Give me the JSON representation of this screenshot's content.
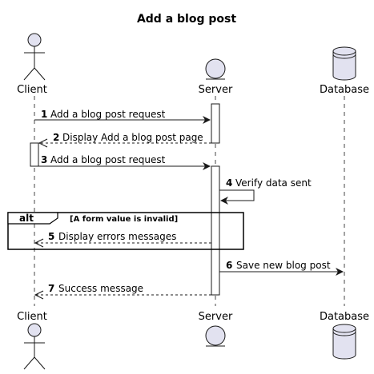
{
  "title": "Add a blog post",
  "participants": {
    "client": {
      "label": "Client",
      "kind": "actor-icon"
    },
    "server": {
      "label": "Server",
      "kind": "entity-icon"
    },
    "database": {
      "label": "Database",
      "kind": "database-icon"
    }
  },
  "messages": [
    {
      "num": "1",
      "text": "Add a blog post request",
      "from": "client",
      "to": "server",
      "style": "solid"
    },
    {
      "num": "2",
      "text": "Display Add a blog post page",
      "from": "server",
      "to": "client",
      "style": "dashed"
    },
    {
      "num": "3",
      "text": "Add a blog post request",
      "from": "client",
      "to": "server",
      "style": "solid"
    },
    {
      "num": "4",
      "text": "Verify data sent",
      "from": "server",
      "to": "server",
      "style": "solid"
    },
    {
      "num": "5",
      "text": "Display errors messages",
      "from": "server",
      "to": "client",
      "style": "dashed"
    },
    {
      "num": "6",
      "text": "Save new blog post",
      "from": "server",
      "to": "database",
      "style": "solid"
    },
    {
      "num": "7",
      "text": "Success message",
      "from": "server",
      "to": "client",
      "style": "dashed"
    }
  ],
  "fragment": {
    "tag": "alt",
    "guard": "[A form value is invalid]"
  },
  "colors": {
    "participant_fill": "#E2E2F0",
    "line": "#181818"
  }
}
